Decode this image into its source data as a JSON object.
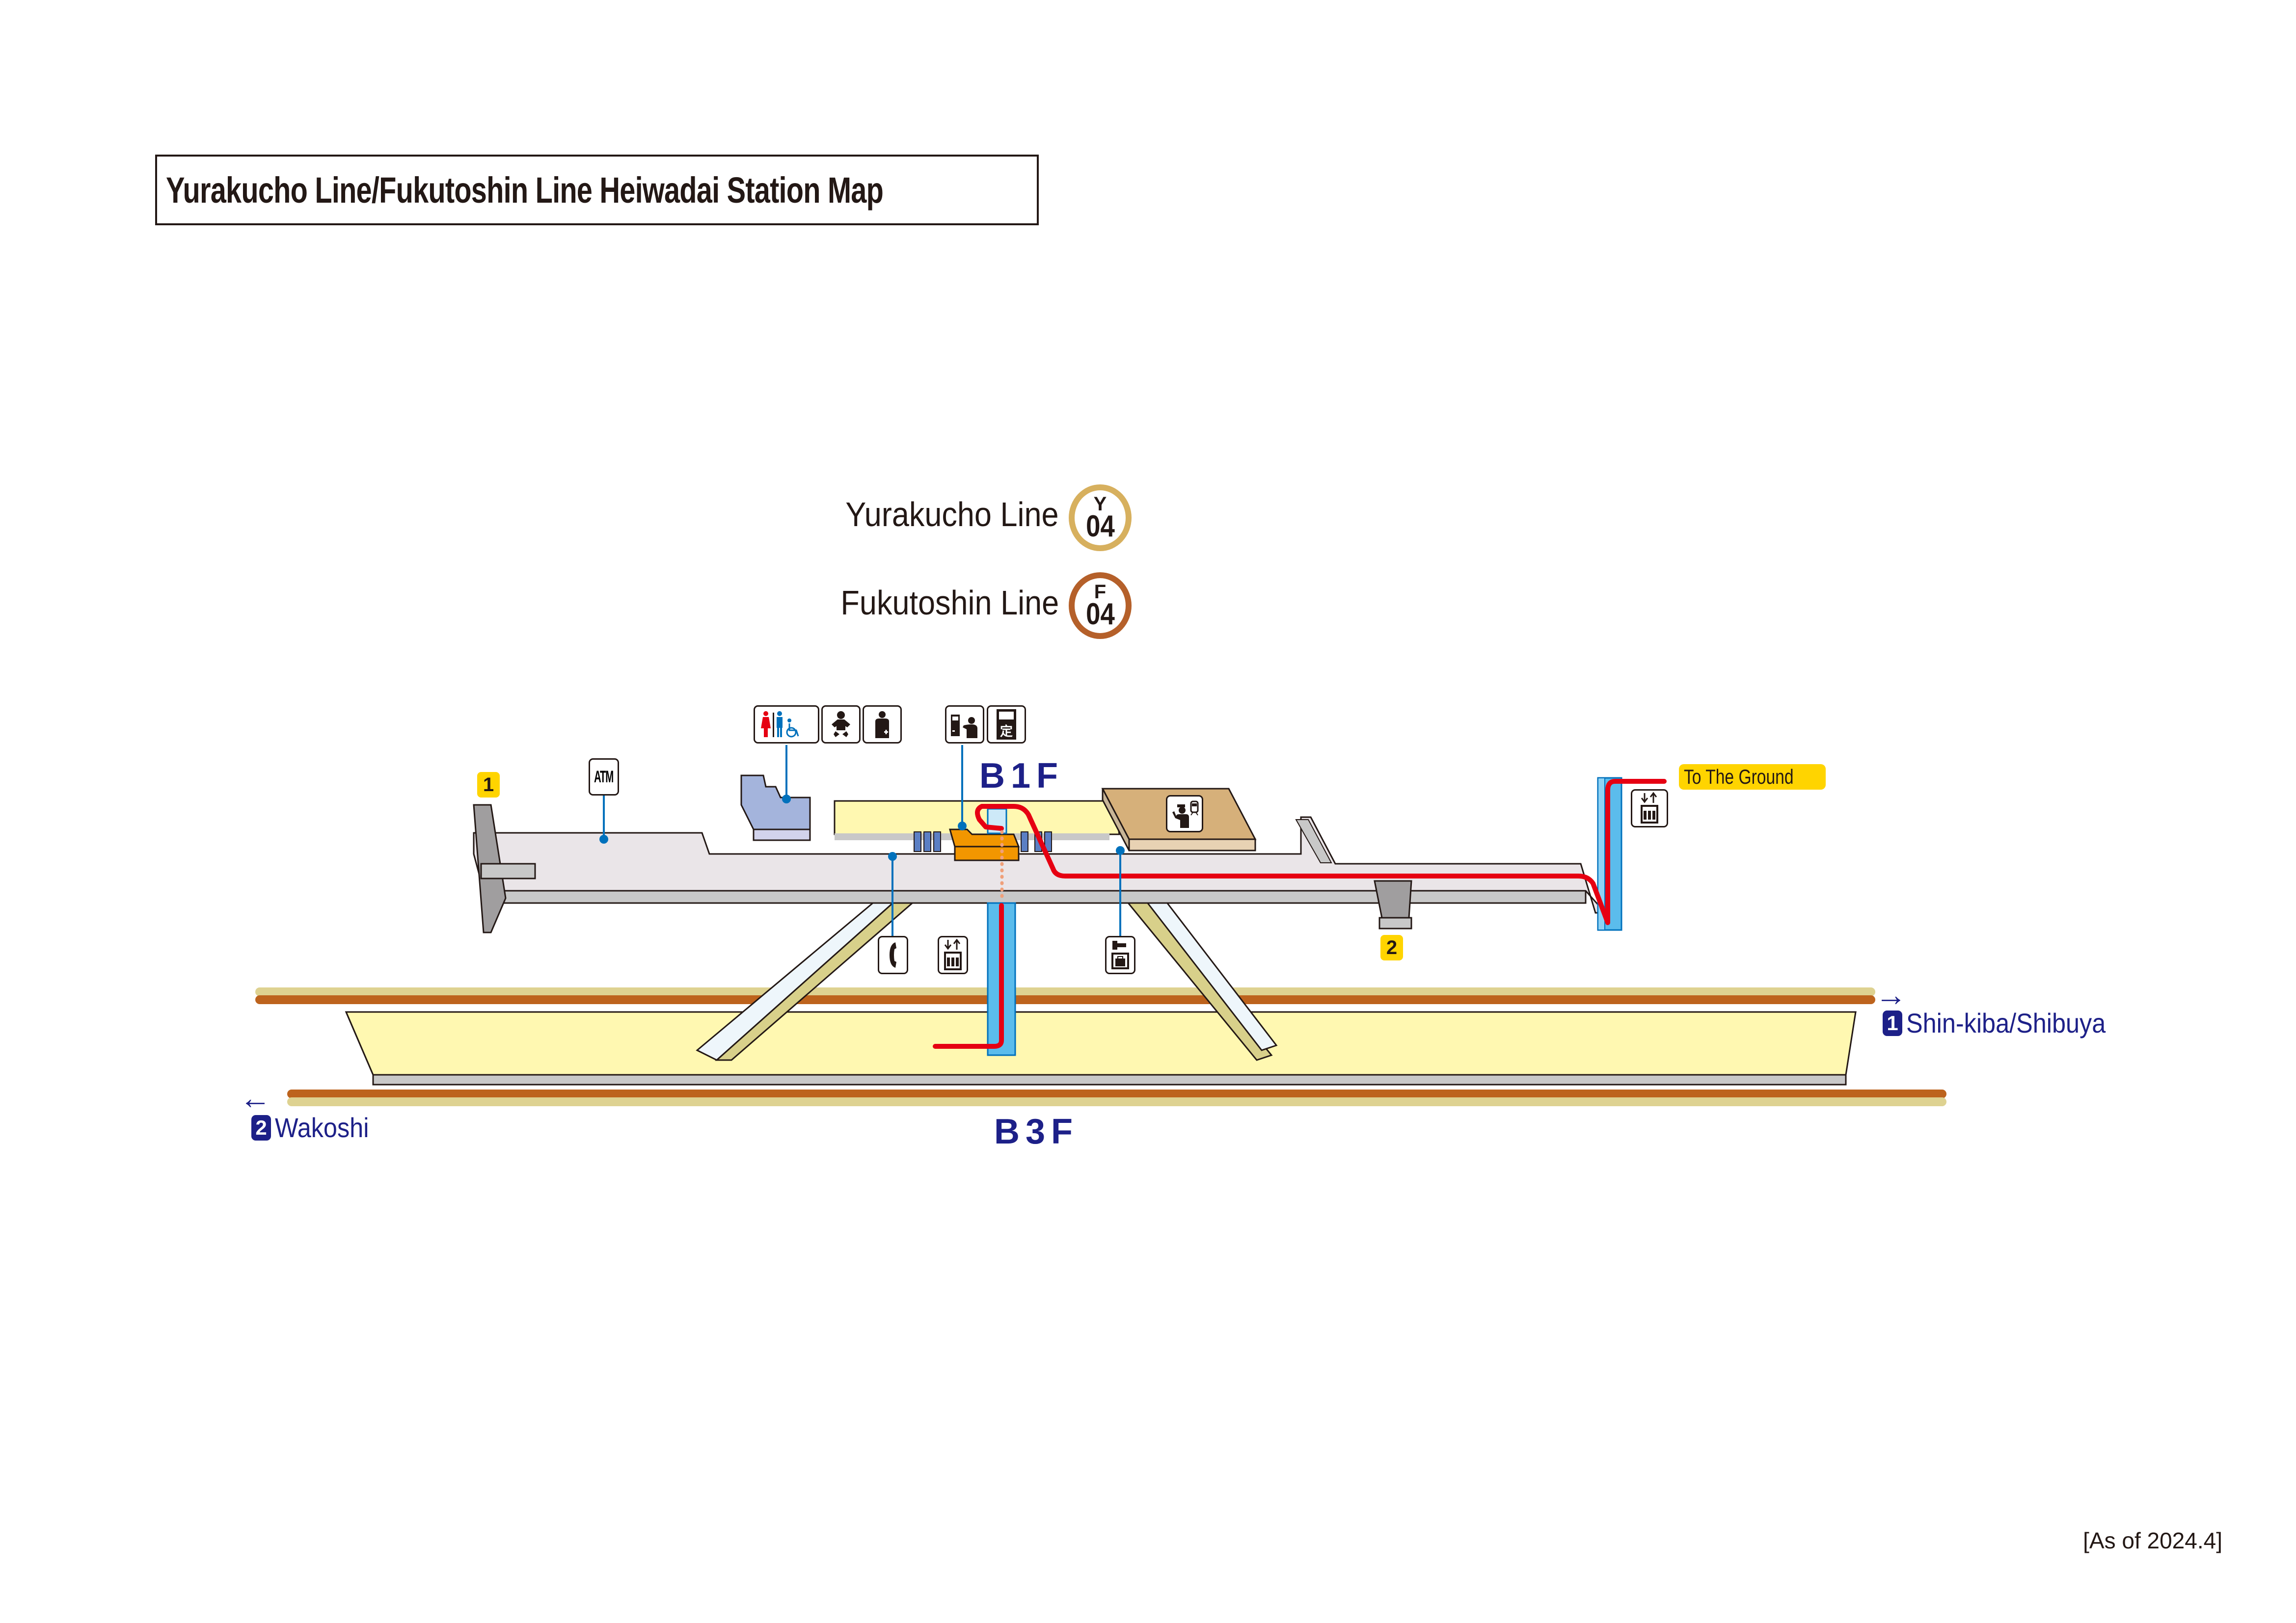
{
  "title": "Yurakucho Line/Fukutoshin Line Heiwadai Station Map",
  "lines": [
    {
      "name": "Yurakucho Line",
      "letter": "Y",
      "number": "04",
      "color": "#d7b05e"
    },
    {
      "name": "Fukutoshin Line",
      "letter": "F",
      "number": "04",
      "color": "#b5602a"
    }
  ],
  "floors": {
    "upper": "B1F",
    "lower": "B3F"
  },
  "exits": [
    {
      "number": "1"
    },
    {
      "number": "2"
    }
  ],
  "to_ground": "To The Ground",
  "directions": [
    {
      "track": "1",
      "label": "Shin-kiba/Shibuya",
      "arrow": "→"
    },
    {
      "track": "2",
      "label": "Wakoshi",
      "arrow": "←"
    }
  ],
  "facility_labels": {
    "atm": "ATM",
    "pass_kanji": "定"
  },
  "icons": {
    "restroom": "restroom-icon",
    "baby_changing": "baby-changing-icon",
    "first_aid": "first-aid-room-icon",
    "ticket_machine": "ticket-machine-icon",
    "commuter_pass": "commuter-pass-icon",
    "station_office": "station-office-icon",
    "telephone": "telephone-icon",
    "elevator": "elevator-icon",
    "coin_locker": "coin-locker-icon"
  },
  "as_of": "[As of 2024.4]",
  "colors": {
    "accessible_route": "#e60012",
    "concourse": "#eae5e8",
    "platform": "#fff8b1",
    "elevator": "#5bbcec",
    "ticket_gate": "#f29600",
    "station_office": "#d6b07a",
    "restroom": "#a4b4dc",
    "track_brown": "#bd631d",
    "track_tan": "#ded291",
    "label_blue": "#1d2088",
    "exit_yellow": "#ffd400",
    "leader_line": "#0071bc"
  }
}
